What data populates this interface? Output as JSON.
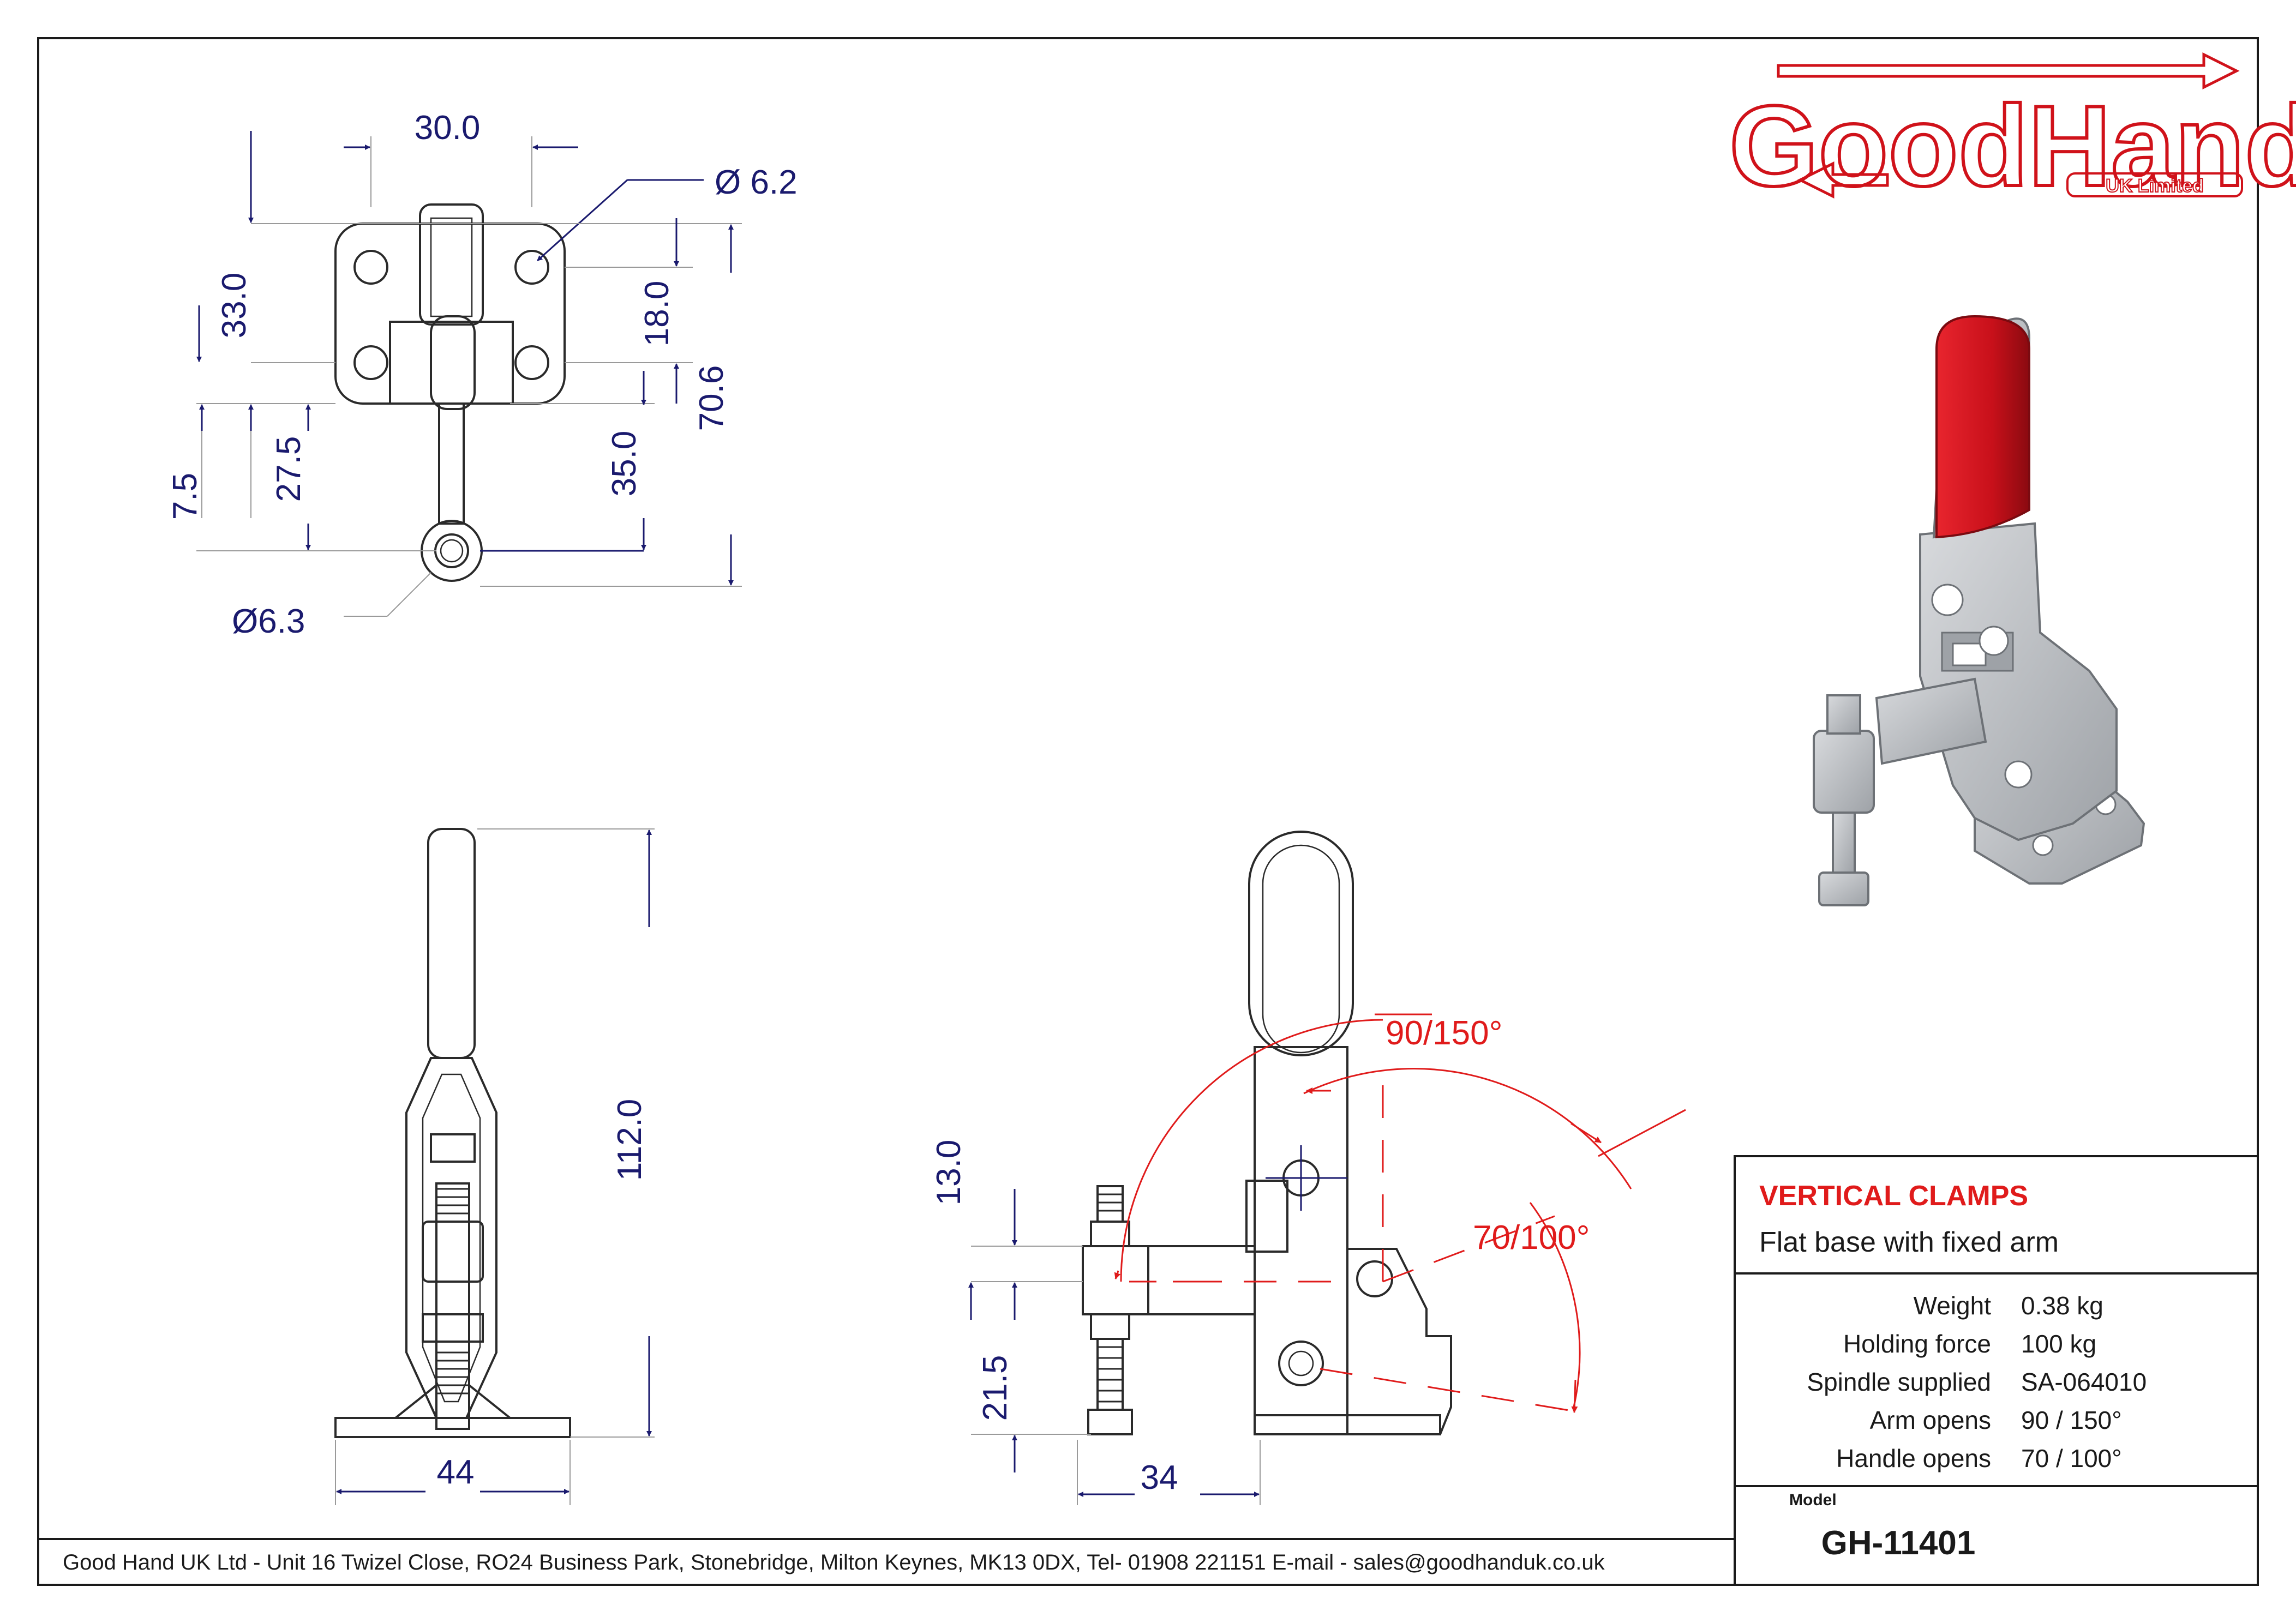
{
  "brand": {
    "logo_main": "GoodHand",
    "logo_sub": "UK Limited"
  },
  "top_view": {
    "dim_width": "30.0",
    "dim_hole_top": "Ø 6.2",
    "dim_33": "33.0",
    "dim_18": "18.0",
    "dim_70_6": "70.6",
    "dim_7_5": "7.5",
    "dim_27_5": "27.5",
    "dim_35": "35.0",
    "dim_hole_tip": "Ø6.3"
  },
  "front_view": {
    "dim_112": "112.0",
    "dim_44": "44"
  },
  "side_view": {
    "dim_13": "13.0",
    "dim_21_5": "21.5",
    "dim_34": "34",
    "arm_angle": "90/150°",
    "handle_angle": "70/100°"
  },
  "title_block": {
    "category": "VERTICAL CLAMPS",
    "description": "Flat base with fixed arm",
    "specs": [
      {
        "label": "Weight",
        "value": "0.38 kg"
      },
      {
        "label": "Holding force",
        "value": "100 kg"
      },
      {
        "label": "Spindle supplied",
        "value": "SA-064010"
      },
      {
        "label": "Arm opens",
        "value": "90 / 150°"
      },
      {
        "label": "Handle opens",
        "value": "70 / 100°"
      }
    ],
    "model_label": "Model",
    "model_number": "GH-11401"
  },
  "footer": {
    "address": "Good Hand UK Ltd  - Unit 16 Twizel Close, RO24 Business Park, Stonebridge, Milton Keynes, MK13 0DX,  Tel- 01908 221151  E-mail - sales@goodhanduk.co.uk"
  },
  "colors": {
    "dimension": "#1a1a6e",
    "accent_red": "#e01b1b",
    "handle_red": "#c8101a",
    "metal": "#b9bcc0"
  }
}
